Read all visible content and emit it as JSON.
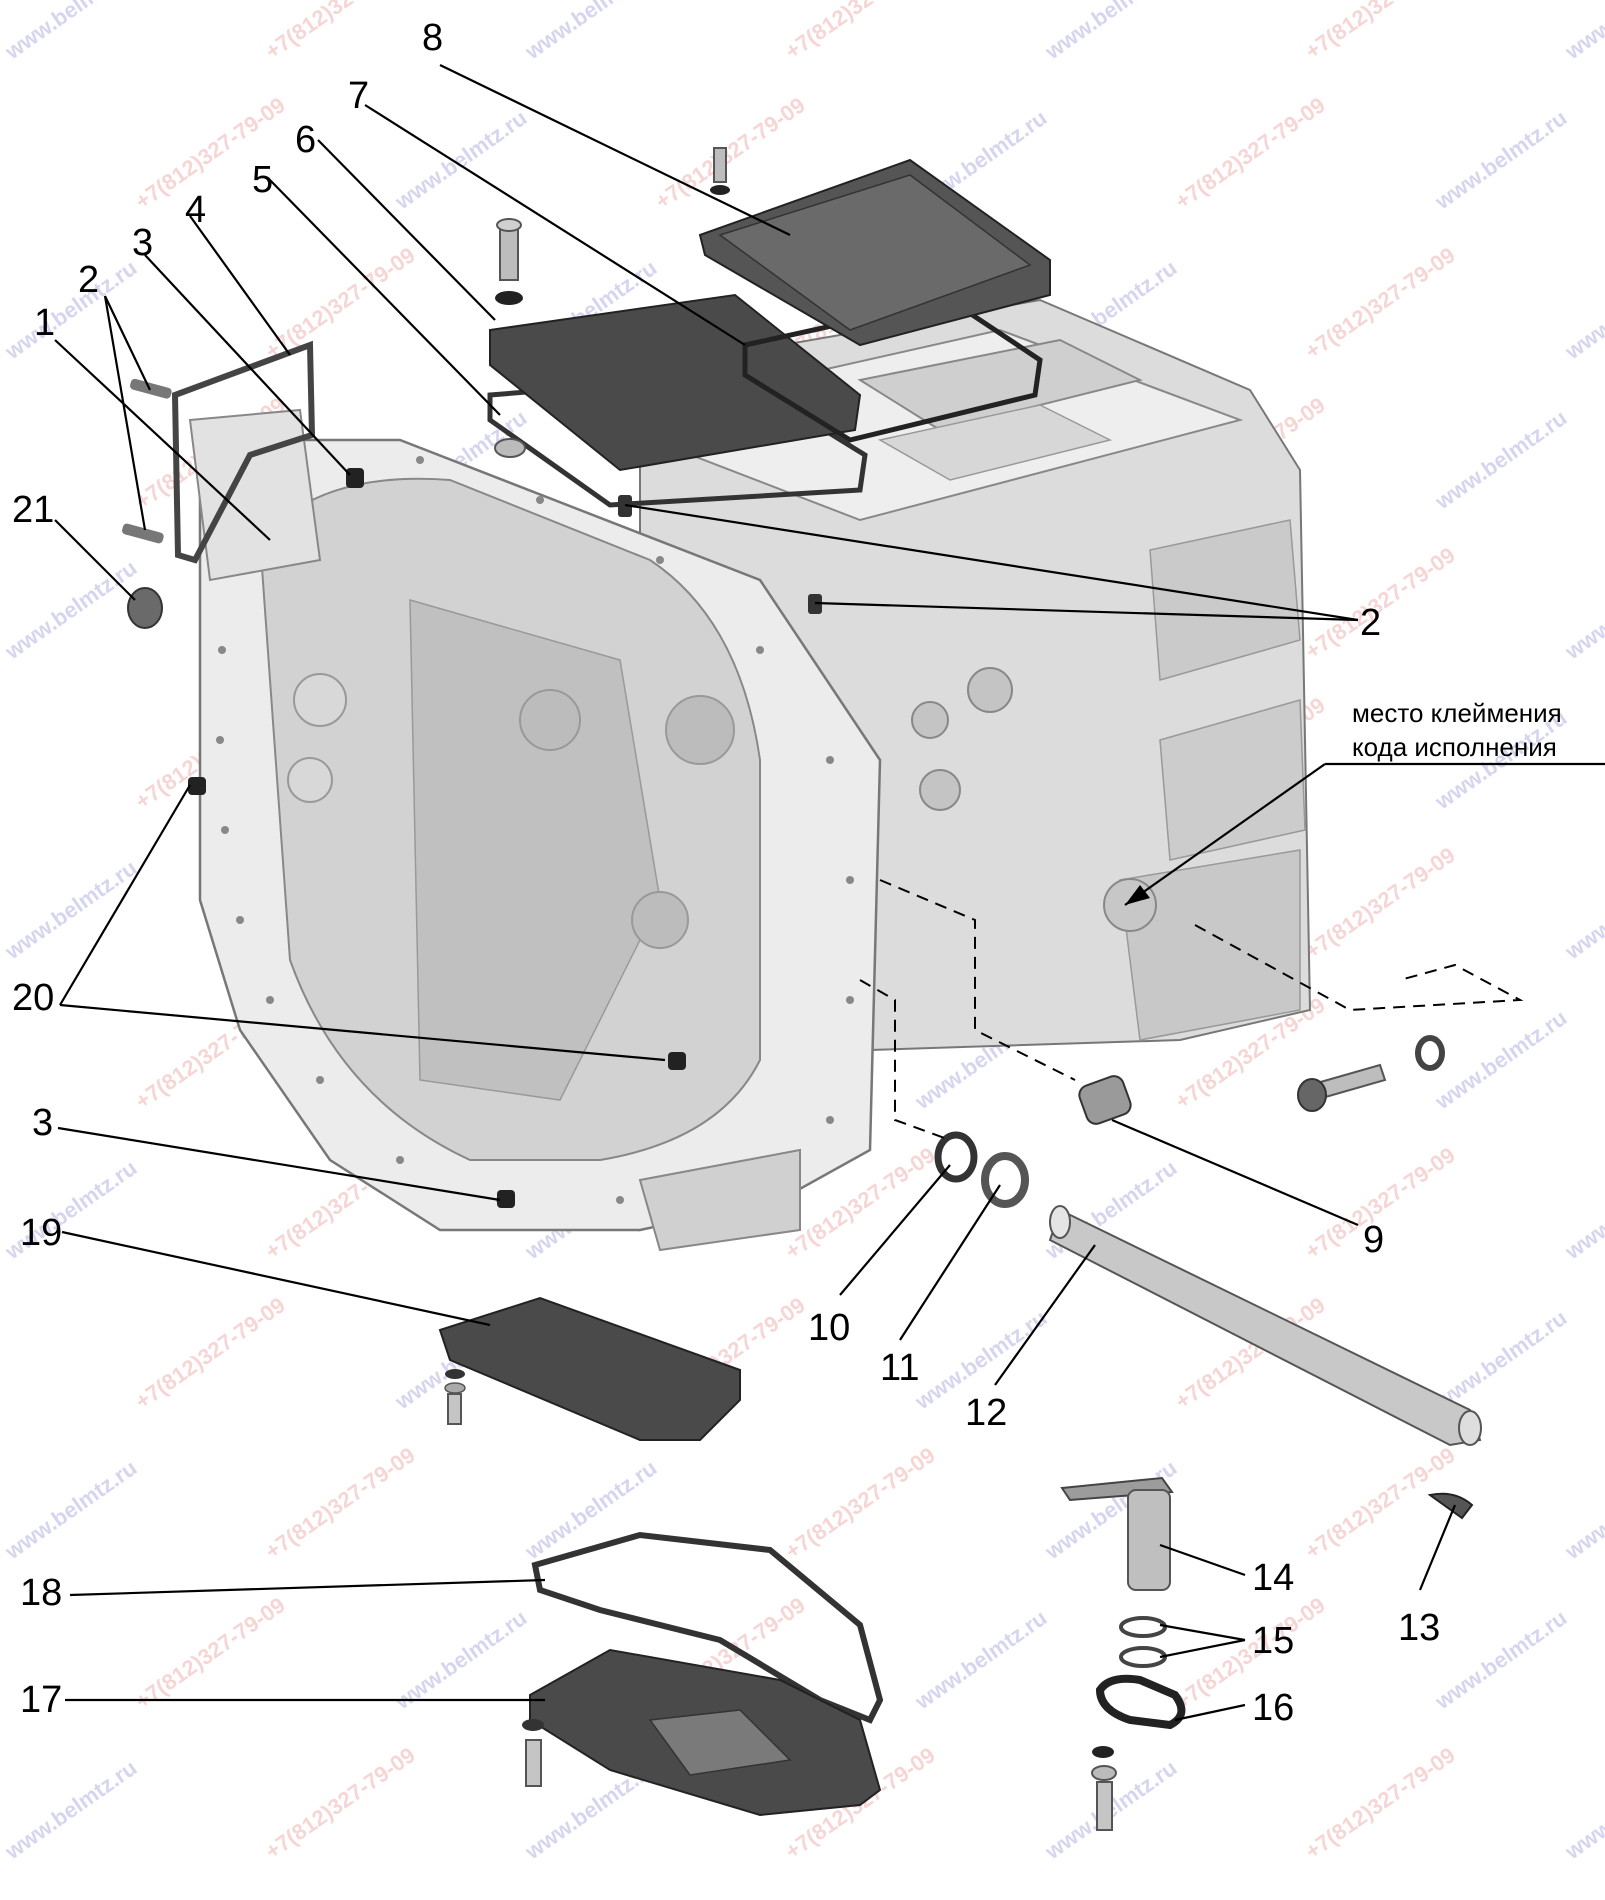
{
  "callouts": [
    "1",
    "2",
    "2",
    "3",
    "3",
    "4",
    "5",
    "6",
    "7",
    "8",
    "9",
    "10",
    "11",
    "12",
    "13",
    "14",
    "15",
    "16",
    "17",
    "18",
    "19",
    "20",
    "21"
  ],
  "note": {
    "line1": "место клеймения",
    "line2": "кода исполнения"
  },
  "watermarks": {
    "site": "www.belmtz.ru",
    "phone": "+7(812)327-79-09"
  },
  "colors": {
    "housing": "#e6e6e6",
    "housing_shadow": "#bdbdbd",
    "dark_part": "#4a4a4a",
    "watermark_site": "#8a8ad6",
    "watermark_phone": "#e88a8a"
  }
}
